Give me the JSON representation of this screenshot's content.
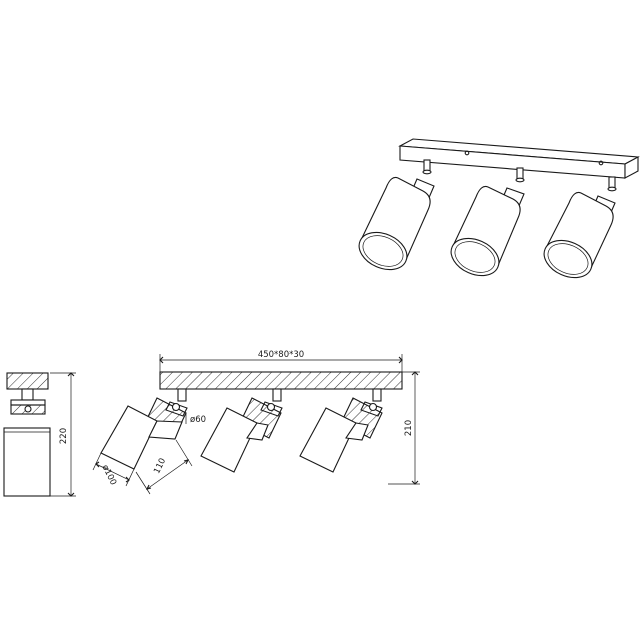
{
  "dimensions": {
    "overall": "450*80*30",
    "diameter_small": "ø60",
    "diameter_large": "ø100",
    "shade_length": "110",
    "height_total": "210",
    "height_side": "220"
  }
}
